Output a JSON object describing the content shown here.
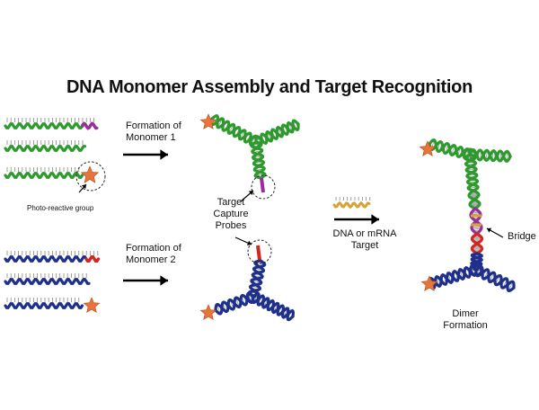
{
  "title": "DNA Monomer Assembly and Target Recognition",
  "labels": {
    "formation_monomer1_line1": "Formation of",
    "formation_monomer1_line2": "Monomer 1",
    "formation_monomer2_line1": "Formation of",
    "formation_monomer2_line2": "Monomer 2",
    "photo_reactive_group": "Photo-reactive group",
    "target_capture_line1": "Target",
    "target_capture_line2": "Capture",
    "target_capture_line3": "Probes",
    "dna_target_line1": "DNA or mRNA",
    "dna_target_line2": "Target",
    "bridge": "Bridge",
    "dimer_line1": "Dimer",
    "dimer_line2": "Formation"
  },
  "colors": {
    "green_strand": "#2e9a2e",
    "blue_strand": "#1f2f8c",
    "magenta_end": "#9b2d9b",
    "red_end": "#d6261f",
    "orange_target": "#d9a13a",
    "star": "#e8743a",
    "text": "#111111"
  },
  "icons": [
    "star-icon",
    "arrow-icon",
    "dashed-circle-icon"
  ]
}
